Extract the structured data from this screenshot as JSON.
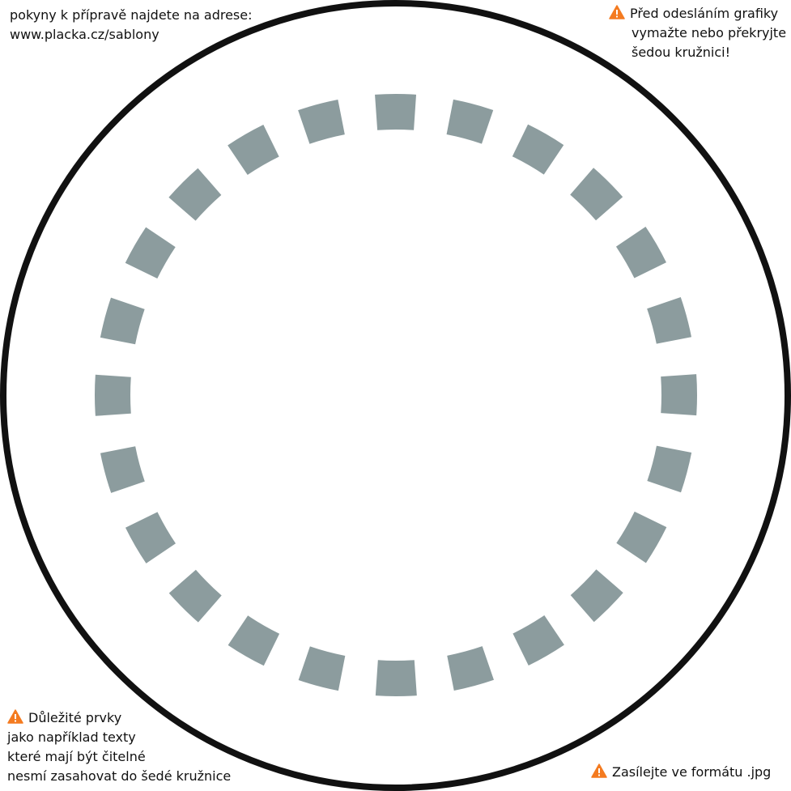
{
  "notes": {
    "top_left": {
      "line1": "pokyny k přípravě najdete na adrese:",
      "line2": "www.placka.cz/sablony"
    },
    "top_right": {
      "line1": "Před odesláním grafiky",
      "line2": "vymažte nebo překryjte",
      "line3": "šedou kružnici!"
    },
    "bottom_left": {
      "line1": "Důležité prvky",
      "line2": "jako například texty",
      "line3": "které mají být čitelné",
      "line4": "nesmí zasahovat do šedé kružnice"
    },
    "bottom_right": {
      "line1": "Zasílejte ve formátu .jpg"
    }
  },
  "colors": {
    "outer_ring": "#111111",
    "dashed_ring": "#8c9c9e",
    "warning": "#f47b20"
  },
  "icons": {
    "warning": "warning-triangle-icon"
  }
}
